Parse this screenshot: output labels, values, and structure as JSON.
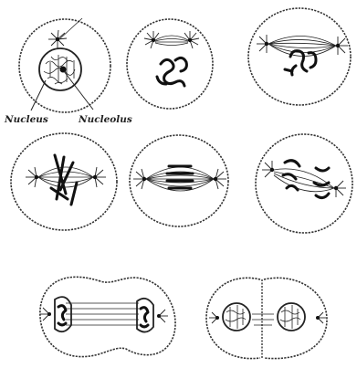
{
  "figure": {
    "labels": {
      "nucleus": "Nucleus",
      "nucleolus": "Nucleolus"
    },
    "stage_count": 8
  }
}
